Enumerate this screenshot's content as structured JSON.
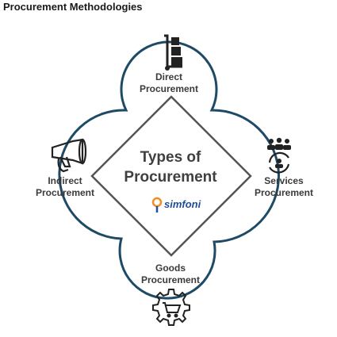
{
  "page": {
    "title": "Procurement Methodologies"
  },
  "center": {
    "line1": "Types of",
    "line2": "Procurement",
    "brand": "simfoni"
  },
  "nodes": {
    "direct": {
      "line1": "Direct",
      "line2": "Procurement",
      "icon": "hand-truck-icon"
    },
    "indirect": {
      "line1": "Indirect",
      "line2": "Procurement",
      "icon": "megaphone-icon"
    },
    "services": {
      "line1": "Services",
      "line2": "Procurement",
      "icon": "people-cycle-icon"
    },
    "goods": {
      "line1": "Goods",
      "line2": "Procurement",
      "icon": "gear-cart-icon"
    }
  },
  "colors": {
    "outline": "#1e4a66",
    "diamond": "#555555",
    "text": "#3a3a3a",
    "brand_blue": "#1f4e9a",
    "brand_orange": "#f28c28"
  }
}
